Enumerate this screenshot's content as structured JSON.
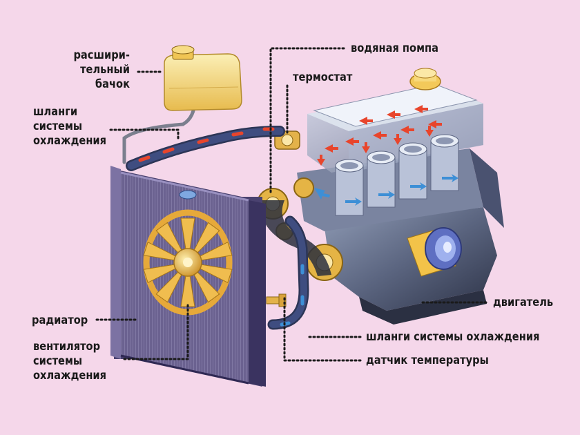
{
  "diagram": {
    "labels": {
      "expansion_tank": [
        "расшири-",
        "тельный",
        "бачок"
      ],
      "hoses_top": [
        "шланги",
        "системы",
        "охлаждения"
      ],
      "radiator": "радиатор",
      "fan": [
        "вентилятор",
        "системы",
        "охлаждения"
      ],
      "water_pump": "водяная помпа",
      "thermostat": "термостат",
      "engine": "двигатель",
      "hoses_bottom": "шланги системы охлаждения",
      "temp_sensor": "датчик температуры"
    },
    "colors": {
      "background": "#f5d7ea",
      "coolant_hot": "#e8452c",
      "coolant_cold": "#3d8fd6",
      "tank": "#f4d87a",
      "fan_gold": "#e6a93a",
      "hose": "#3b4a7a"
    }
  }
}
